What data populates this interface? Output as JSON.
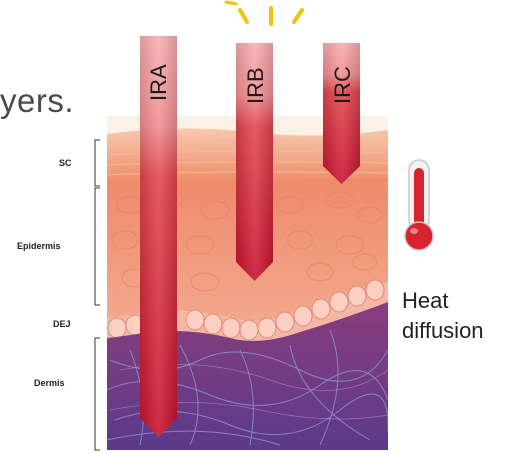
{
  "title_fragment": "yers.",
  "layers": {
    "sc": "SC",
    "epidermis": "Epidermis",
    "dej": "DEJ",
    "dermis": "Dermis"
  },
  "rays": [
    {
      "label": "IRA",
      "depth": "dermis"
    },
    {
      "label": "IRB",
      "depth": "epidermis"
    },
    {
      "label": "IRC",
      "depth": "sc"
    }
  ],
  "heat": {
    "line1": "Heat",
    "line2": "diffusion",
    "icon": "thermometer-icon"
  },
  "colors": {
    "ray_fill": "#d9303a",
    "ray_light": "#f6a2a4",
    "epidermis": "#f19276",
    "dermis": "#7e3a7e",
    "sun": "#f4c20d"
  }
}
